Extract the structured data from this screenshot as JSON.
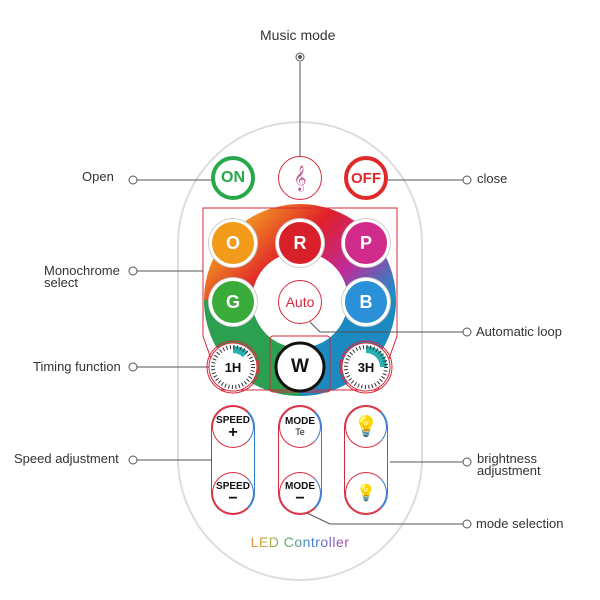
{
  "callouts": {
    "music_mode": "Music mode",
    "open": "Open",
    "close": "close",
    "monochrome": "Monochrome select",
    "automatic_loop": "Automatic loop",
    "timing": "Timing function",
    "speed_adjustment": "Speed adjustment",
    "brightness_adjustment": "brightness adjustment",
    "mode_selection": "mode selection"
  },
  "buttons": {
    "on": "ON",
    "off": "OFF",
    "o": "O",
    "r": "R",
    "p": "P",
    "g": "G",
    "auto": "Auto",
    "b": "B",
    "timer1": "1H",
    "w": "W",
    "timer3": "3H",
    "speed_up": "SPEED",
    "speed_up_sign": "+",
    "speed_down": "SPEED",
    "speed_down_sign": "−",
    "mode_up": "MODE",
    "mode_up_sub": "Te",
    "mode_down": "MODE",
    "mode_down_sign": "−"
  },
  "footer": "LED Controller",
  "colors": {
    "on": "#27a84a",
    "off": "#e02a2a",
    "o": "#f29a1a",
    "r": "#d8202a",
    "p": "#d02a8a",
    "g": "#3aaa3a",
    "b": "#2a90d8"
  }
}
